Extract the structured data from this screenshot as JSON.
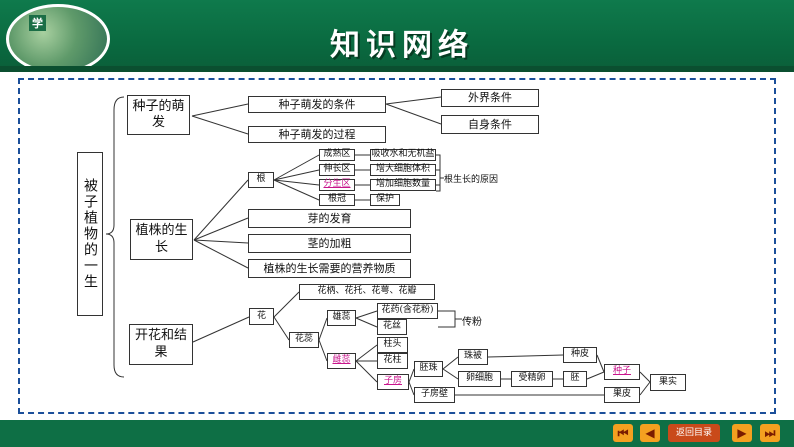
{
  "header": {
    "title": "知识网络",
    "logo_text": "学"
  },
  "footer": {
    "first": "⏮",
    "prev": "◀",
    "home": "返回目录",
    "next": "▶",
    "last": "⏭"
  },
  "diagram": {
    "root": "被子植物的一生",
    "sections": {
      "germination": {
        "label": "种子的萌发",
        "conditions": "种子萌发的条件",
        "process": "种子萌发的过程",
        "external": "外界条件",
        "internal": "自身条件"
      },
      "growth": {
        "label": "植株的生长",
        "root": "根",
        "zones": [
          "成熟区",
          "伸长区",
          "分生区",
          "根冠"
        ],
        "zone_functions": [
          "吸收水和无机盐",
          "增大细胞体积",
          "增加细胞数量",
          "保护"
        ],
        "root_reason": "根生长的原因",
        "bud": "芽的发育",
        "stem": "茎的加粗",
        "nutrients": "植株的生长需要的营养物质"
      },
      "flowering": {
        "label": "开花和结果",
        "flower": "花",
        "flower_parts": "花柄、花托、花萼、花瓣",
        "pistil_stamen": "花蕊",
        "stamen": "雄蕊",
        "anther": "花药(含花粉)",
        "filament": "花丝",
        "pollination": "传粉",
        "pistil": "雌蕊",
        "stigma": "柱头",
        "style": "花柱",
        "ovary": "子房",
        "ovule": "胚珠",
        "integument": "珠被",
        "seed_coat": "种皮",
        "egg": "卵细胞",
        "fertilized_egg": "受精卵",
        "embryo": "胚",
        "seed": "种子",
        "fruit": "果实",
        "ovary_wall": "子房壁",
        "pericarp": "果皮"
      }
    }
  }
}
